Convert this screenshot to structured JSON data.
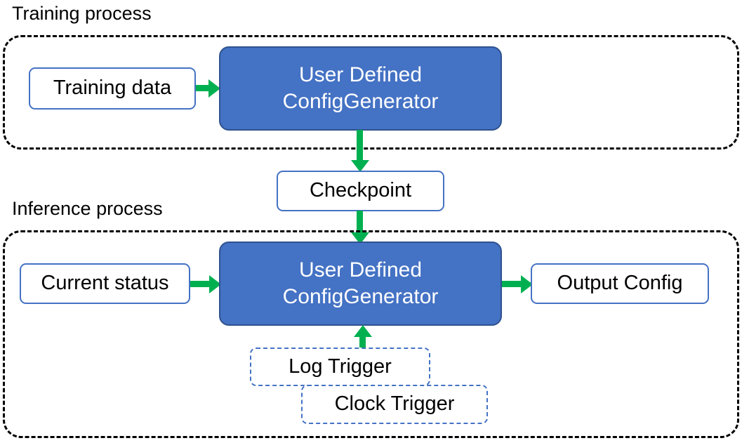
{
  "diagram": {
    "title_training": "Training process",
    "title_inference": "Inference process",
    "colors": {
      "process_fill": "#4472C4",
      "process_border": "#2F528F",
      "node_border": "#4472C4",
      "arrow": "#00B050",
      "group_border": "#000000",
      "text_dark": "#000000",
      "text_light": "#FFFFFF",
      "background": "#FFFFFF"
    },
    "training": {
      "input_node": "Training data",
      "process_line1": "User Defined",
      "process_line2": "ConfigGenerator"
    },
    "bridge": {
      "checkpoint": "Checkpoint"
    },
    "inference": {
      "input_node": "Current status",
      "process_line1": "User Defined",
      "process_line2": "ConfigGenerator",
      "output_node": "Output Config",
      "triggers": [
        {
          "label": "Log Trigger"
        },
        {
          "label": "Clock Trigger"
        }
      ]
    },
    "arrows": [
      {
        "name": "training-data-to-process",
        "direction": "right"
      },
      {
        "name": "training-process-to-checkpoint",
        "direction": "down"
      },
      {
        "name": "checkpoint-to-inference-process",
        "direction": "down"
      },
      {
        "name": "current-status-to-inference-process",
        "direction": "right"
      },
      {
        "name": "inference-process-to-output-config",
        "direction": "right"
      },
      {
        "name": "triggers-to-inference-process",
        "direction": "up"
      }
    ]
  }
}
